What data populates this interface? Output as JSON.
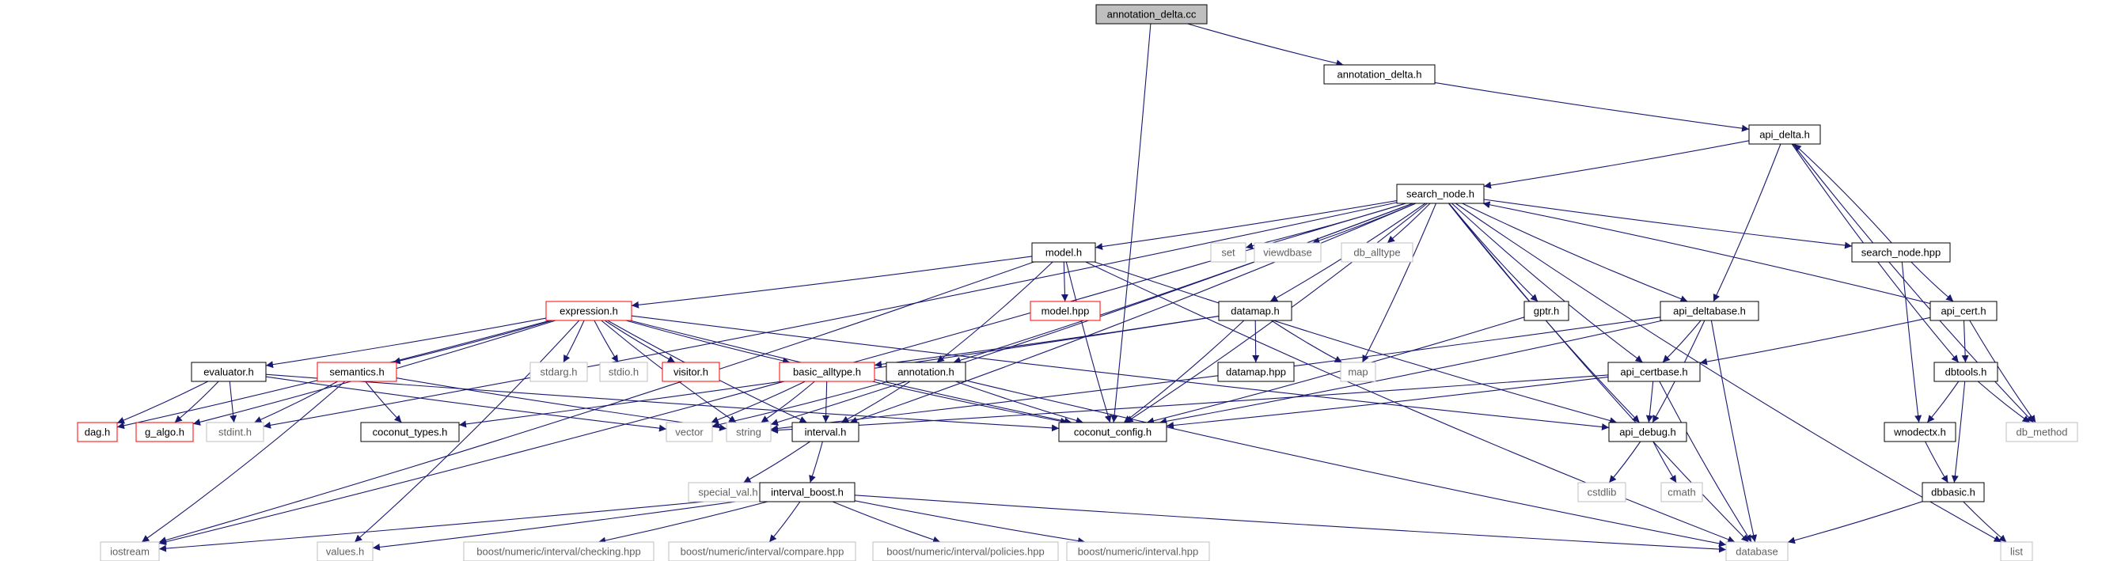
{
  "nodes": [
    {
      "id": "annotation_delta_cc",
      "label": "annotation_delta.cc",
      "style": "root"
    },
    {
      "id": "annotation_delta_h",
      "label": "annotation_delta.h",
      "style": "normal"
    },
    {
      "id": "api_delta_h",
      "label": "api_delta.h",
      "style": "normal"
    },
    {
      "id": "search_node_h",
      "label": "search_node.h",
      "style": "normal"
    },
    {
      "id": "model_h",
      "label": "model.h",
      "style": "normal"
    },
    {
      "id": "set",
      "label": "set",
      "style": "external"
    },
    {
      "id": "viewdbase",
      "label": "viewdbase",
      "style": "external"
    },
    {
      "id": "db_alltype",
      "label": "db_alltype",
      "style": "external"
    },
    {
      "id": "search_node_hpp",
      "label": "search_node.hpp",
      "style": "normal"
    },
    {
      "id": "model_hpp",
      "label": "model.hpp",
      "style": "truncated"
    },
    {
      "id": "expression_h",
      "label": "expression.h",
      "style": "truncated"
    },
    {
      "id": "datamap_h",
      "label": "datamap.h",
      "style": "normal"
    },
    {
      "id": "gptr_h",
      "label": "gptr.h",
      "style": "normal"
    },
    {
      "id": "api_deltabase_h",
      "label": "api_deltabase.h",
      "style": "normal"
    },
    {
      "id": "api_cert_h",
      "label": "api_cert.h",
      "style": "normal"
    },
    {
      "id": "evaluator_h",
      "label": "evaluator.h",
      "style": "normal"
    },
    {
      "id": "semantics_h",
      "label": "semantics.h",
      "style": "truncated"
    },
    {
      "id": "stdarg_h",
      "label": "stdarg.h",
      "style": "external"
    },
    {
      "id": "stdio_h",
      "label": "stdio.h",
      "style": "external"
    },
    {
      "id": "visitor_h",
      "label": "visitor.h",
      "style": "truncated"
    },
    {
      "id": "basic_alltype_h",
      "label": "basic_alltype.h",
      "style": "truncated"
    },
    {
      "id": "annotation_h",
      "label": "annotation.h",
      "style": "normal"
    },
    {
      "id": "datamap_hpp",
      "label": "datamap.hpp",
      "style": "normal"
    },
    {
      "id": "map",
      "label": "map",
      "style": "external"
    },
    {
      "id": "api_certbase_h",
      "label": "api_certbase.h",
      "style": "normal"
    },
    {
      "id": "dbtools_h",
      "label": "dbtools.h",
      "style": "normal"
    },
    {
      "id": "dag_h",
      "label": "dag.h",
      "style": "truncated"
    },
    {
      "id": "g_algo_h",
      "label": "g_algo.h",
      "style": "truncated"
    },
    {
      "id": "stdint_h",
      "label": "stdint.h",
      "style": "external"
    },
    {
      "id": "coconut_types_h",
      "label": "coconut_types.h",
      "style": "normal"
    },
    {
      "id": "vector",
      "label": "vector",
      "style": "external"
    },
    {
      "id": "string",
      "label": "string",
      "style": "external"
    },
    {
      "id": "interval_h",
      "label": "interval.h",
      "style": "normal"
    },
    {
      "id": "coconut_config_h",
      "label": "coconut_config.h",
      "style": "normal"
    },
    {
      "id": "api_debug_h",
      "label": "api_debug.h",
      "style": "normal"
    },
    {
      "id": "wnodectx_h",
      "label": "wnodectx.h",
      "style": "normal"
    },
    {
      "id": "db_method",
      "label": "db_method",
      "style": "external"
    },
    {
      "id": "special_val_h",
      "label": "special_val.h",
      "style": "external"
    },
    {
      "id": "cstdlib",
      "label": "cstdlib",
      "style": "external"
    },
    {
      "id": "cmath",
      "label": "cmath",
      "style": "external"
    },
    {
      "id": "dbbasic_h",
      "label": "dbbasic.h",
      "style": "normal"
    },
    {
      "id": "interval_boost_h",
      "label": "interval_boost.h",
      "style": "normal"
    },
    {
      "id": "iostream",
      "label": "iostream",
      "style": "external"
    },
    {
      "id": "values_h",
      "label": "values.h",
      "style": "external"
    },
    {
      "id": "checking_hpp",
      "label": "boost/numeric/interval/checking.hpp",
      "style": "external"
    },
    {
      "id": "compare_hpp",
      "label": "boost/numeric/interval/compare.hpp",
      "style": "external"
    },
    {
      "id": "policies_hpp",
      "label": "boost/numeric/interval/policies.hpp",
      "style": "external"
    },
    {
      "id": "interval_hpp",
      "label": "boost/numeric/interval.hpp",
      "style": "external"
    },
    {
      "id": "database",
      "label": "database",
      "style": "external"
    },
    {
      "id": "list",
      "label": "list",
      "style": "external"
    }
  ],
  "edges": [
    [
      "annotation_delta_cc",
      "annotation_delta_h"
    ],
    [
      "annotation_delta_cc",
      "coconut_config_h"
    ],
    [
      "annotation_delta_h",
      "api_delta_h"
    ],
    [
      "api_delta_h",
      "search_node_h"
    ],
    [
      "api_delta_h",
      "api_deltabase_h"
    ],
    [
      "api_delta_h",
      "dbtools_h"
    ],
    [
      "api_delta_h",
      "db_method"
    ],
    [
      "search_node_h",
      "model_h"
    ],
    [
      "search_node_h",
      "set"
    ],
    [
      "search_node_h",
      "viewdbase"
    ],
    [
      "search_node_h",
      "db_alltype"
    ],
    [
      "search_node_h",
      "search_node_hpp"
    ],
    [
      "search_node_h",
      "datamap_h"
    ],
    [
      "search_node_h",
      "gptr_h"
    ],
    [
      "search_node_h",
      "api_deltabase_h"
    ],
    [
      "search_node_h",
      "api_certbase_h"
    ],
    [
      "search_node_h",
      "annotation_h"
    ],
    [
      "search_node_h",
      "map"
    ],
    [
      "search_node_h",
      "interval_h"
    ],
    [
      "search_node_h",
      "coconut_config_h"
    ],
    [
      "search_node_h",
      "api_debug_h"
    ],
    [
      "search_node_h",
      "database"
    ],
    [
      "search_node_h",
      "list"
    ],
    [
      "search_node_h",
      "iostream"
    ],
    [
      "search_node_h",
      "stdint_h"
    ],
    [
      "search_node_h",
      "string"
    ],
    [
      "search_node_hpp",
      "api_delta_h"
    ],
    [
      "search_node_hpp",
      "api_cert_h"
    ],
    [
      "search_node_hpp",
      "wnodectx_h"
    ],
    [
      "api_cert_h",
      "search_node_h"
    ],
    [
      "api_cert_h",
      "api_certbase_h"
    ],
    [
      "api_cert_h",
      "dbtools_h"
    ],
    [
      "api_cert_h",
      "db_method"
    ],
    [
      "model_h",
      "expression_h"
    ],
    [
      "model_h",
      "model_hpp"
    ],
    [
      "model_h",
      "annotation_h"
    ],
    [
      "model_h",
      "coconut_config_h"
    ],
    [
      "model_h",
      "api_debug_h"
    ],
    [
      "model_h",
      "database"
    ],
    [
      "model_h",
      "iostream"
    ],
    [
      "expression_h",
      "evaluator_h"
    ],
    [
      "expression_h",
      "semantics_h"
    ],
    [
      "expression_h",
      "stdarg_h"
    ],
    [
      "expression_h",
      "stdio_h"
    ],
    [
      "expression_h",
      "visitor_h"
    ],
    [
      "expression_h",
      "basic_alltype_h"
    ],
    [
      "expression_h",
      "interval_h"
    ],
    [
      "expression_h",
      "coconut_config_h"
    ],
    [
      "expression_h",
      "api_debug_h"
    ],
    [
      "expression_h",
      "dag_h"
    ],
    [
      "expression_h",
      "g_algo_h"
    ],
    [
      "expression_h",
      "string"
    ],
    [
      "expression_h",
      "values_h"
    ],
    [
      "evaluator_h",
      "dag_h"
    ],
    [
      "evaluator_h",
      "g_algo_h"
    ],
    [
      "evaluator_h",
      "stdint_h"
    ],
    [
      "evaluator_h",
      "vector"
    ],
    [
      "evaluator_h",
      "coconut_config_h"
    ],
    [
      "semantics_h",
      "coconut_types_h"
    ],
    [
      "semantics_h",
      "stdint_h"
    ],
    [
      "semantics_h",
      "iostream"
    ],
    [
      "semantics_h",
      "string"
    ],
    [
      "basic_alltype_h",
      "vector"
    ],
    [
      "basic_alltype_h",
      "string"
    ],
    [
      "basic_alltype_h",
      "interval_h"
    ],
    [
      "basic_alltype_h",
      "coconut_config_h"
    ],
    [
      "annotation_h",
      "interval_h"
    ],
    [
      "annotation_h",
      "coconut_config_h"
    ],
    [
      "annotation_h",
      "vector"
    ],
    [
      "annotation_h",
      "database"
    ],
    [
      "datamap_h",
      "datamap_hpp"
    ],
    [
      "datamap_h",
      "map"
    ],
    [
      "datamap_h",
      "basic_alltype_h"
    ],
    [
      "datamap_h",
      "coconut_config_h"
    ],
    [
      "datamap_h",
      "coconut_types_h"
    ],
    [
      "gptr_h",
      "coconut_config_h"
    ],
    [
      "api_deltabase_h",
      "api_certbase_h"
    ],
    [
      "api_deltabase_h",
      "api_debug_h"
    ],
    [
      "api_deltabase_h",
      "coconut_config_h"
    ],
    [
      "api_deltabase_h",
      "database"
    ],
    [
      "api_deltabase_h",
      "string"
    ],
    [
      "api_certbase_h",
      "api_debug_h"
    ],
    [
      "api_certbase_h",
      "coconut_config_h"
    ],
    [
      "api_certbase_h",
      "database"
    ],
    [
      "api_certbase_h",
      "string"
    ],
    [
      "api_debug_h",
      "cstdlib"
    ],
    [
      "api_debug_h",
      "cmath"
    ],
    [
      "interval_h",
      "special_val_h"
    ],
    [
      "interval_h",
      "interval_boost_h"
    ],
    [
      "interval_boost_h",
      "iostream"
    ],
    [
      "interval_boost_h",
      "values_h"
    ],
    [
      "interval_boost_h",
      "checking_hpp"
    ],
    [
      "interval_boost_h",
      "compare_hpp"
    ],
    [
      "interval_boost_h",
      "policies_hpp"
    ],
    [
      "interval_boost_h",
      "interval_hpp"
    ],
    [
      "interval_boost_h",
      "database"
    ],
    [
      "dbtools_h",
      "wnodectx_h"
    ],
    [
      "dbtools_h",
      "db_method"
    ],
    [
      "dbtools_h",
      "dbbasic_h"
    ],
    [
      "wnodectx_h",
      "dbbasic_h"
    ],
    [
      "dbbasic_h",
      "database"
    ],
    [
      "dbbasic_h",
      "list"
    ]
  ],
  "colors": {
    "root_fill": "#bfbfbf",
    "normal_border": "#000000",
    "truncated_border": "#ff0000",
    "external_border": "#bfbfbf",
    "external_text": "#606060",
    "edge": "#191970"
  }
}
